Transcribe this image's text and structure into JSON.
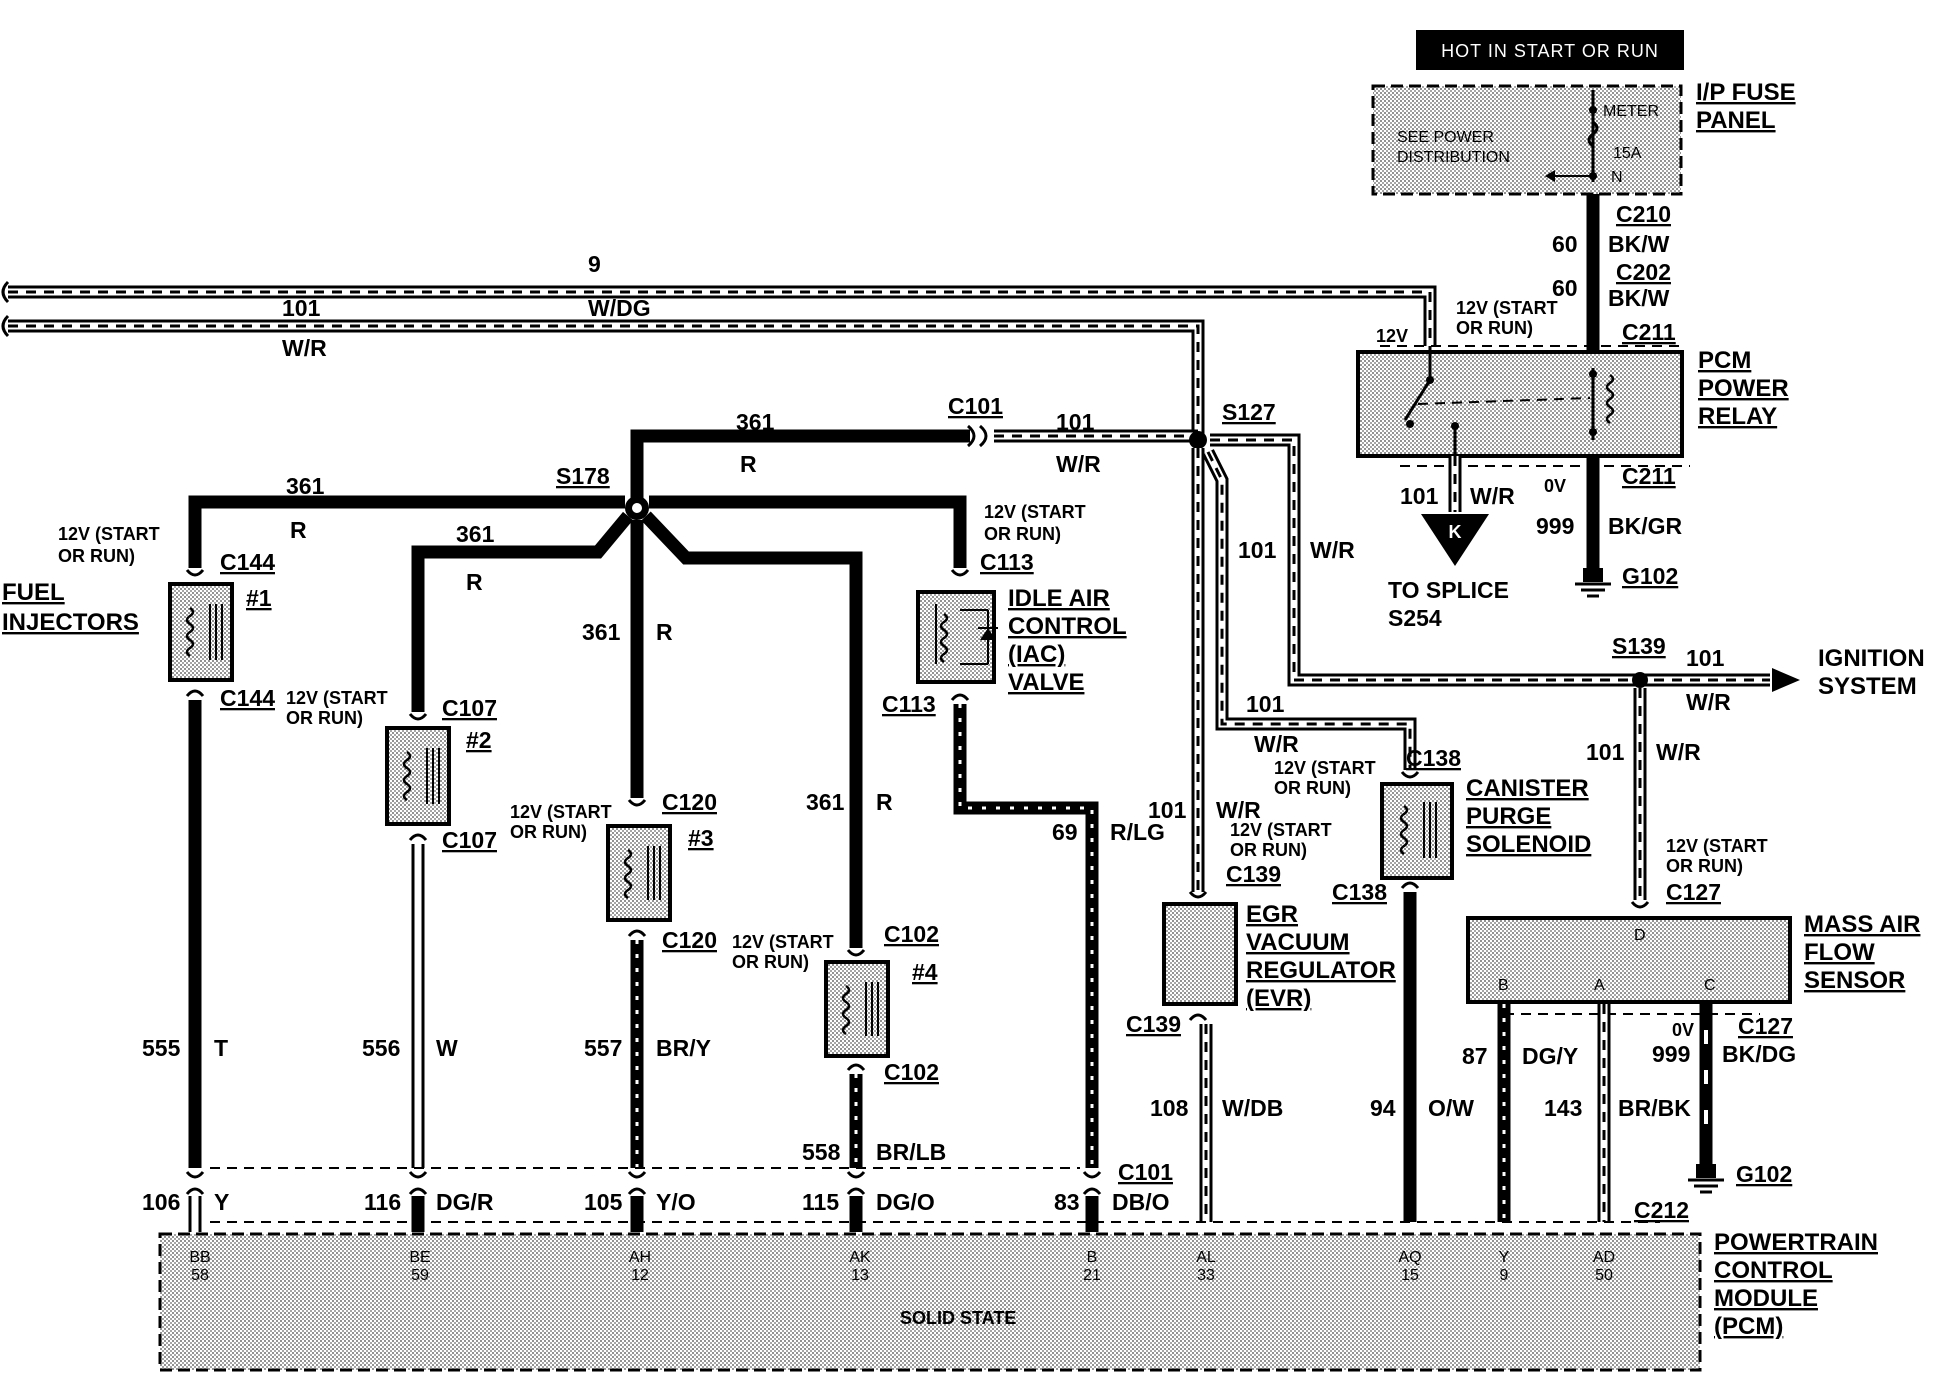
{
  "header": {
    "hot_label": "HOT IN START OR RUN"
  },
  "fuse_panel": {
    "title_1": "I/P FUSE",
    "title_2": "PANEL",
    "note_1": "SEE POWER",
    "note_2": "DISTRIBUTION",
    "meter": "METER",
    "fuse": "15A",
    "n": "N"
  },
  "pcm_relay": {
    "title_1": "PCM",
    "title_2": "POWER",
    "title_3": "RELAY"
  },
  "injectors": {
    "title_1": "FUEL",
    "title_2": "INJECTORS",
    "n1": "#1",
    "n2": "#2",
    "n3": "#3",
    "n4": "#4"
  },
  "iac": {
    "l1": "IDLE AIR",
    "l2": "CONTROL",
    "l3": "(IAC)",
    "l4": "VALVE"
  },
  "canister": {
    "l1": "CANISTER",
    "l2": "PURGE",
    "l3": "SOLENOID"
  },
  "egr": {
    "l1": "EGR",
    "l2": "VACUUM",
    "l3": "REGULATOR",
    "l4": "(EVR)"
  },
  "maf": {
    "l1": "MASS AIR",
    "l2": "FLOW",
    "l3": "SENSOR",
    "pin_d": "D",
    "pin_b": "B",
    "pin_a": "A",
    "pin_c": "C"
  },
  "pcm": {
    "l1": "POWERTRAIN",
    "l2": "CONTROL",
    "l3": "MODULE",
    "l4": "(PCM)",
    "solid_state": "SOLID STATE"
  },
  "pcm_pins": [
    {
      "a": "BB",
      "b": "58"
    },
    {
      "a": "BE",
      "b": "59"
    },
    {
      "a": "AH",
      "b": "12"
    },
    {
      "a": "AK",
      "b": "13"
    },
    {
      "a": "B",
      "b": "21"
    },
    {
      "a": "AL",
      "b": "33"
    },
    {
      "a": "AQ",
      "b": "15"
    },
    {
      "a": "Y",
      "b": "9"
    },
    {
      "a": "AD",
      "b": "50"
    }
  ],
  "texts": {
    "w9": "9",
    "w9c": "W/DG",
    "w101a": "101",
    "w101ac": "W/R",
    "c210": "C210",
    "c202": "C202",
    "c211a": "C211",
    "c211b": "C211",
    "n60a": "60",
    "bkw_a": "BK/W",
    "n60b": "60",
    "bkw_b": "BK/W",
    "v12": "12V",
    "v12sr1": "12V (START",
    "or_run1": "OR RUN)",
    "n101k": "101",
    "wr_k": "W/R",
    "ov1": "0V",
    "n999a": "999",
    "bkgr": "BK/GR",
    "g102a": "G102",
    "to_splice": "TO  SPLICE",
    "s254": "S254",
    "k": "K",
    "n361a": "361",
    "r_a": "R",
    "c101a": "C101",
    "n101b": "101",
    "wr_b": "W/R",
    "s127": "S127",
    "n361b": "361",
    "r_b": "R",
    "s178": "S178",
    "v12sr_inj1a": "12V (START",
    "v12sr_inj1b": "OR RUN)",
    "c144a": "C144",
    "c144b": "C144",
    "n361c": "361",
    "r_c": "R",
    "v12sr_iac_a": "12V (START",
    "v12sr_iac_b": "OR RUN)",
    "c113a": "C113",
    "c113b": "C113",
    "n101c": "101",
    "wr_c": "W/R",
    "s139": "S139",
    "n101d": "101",
    "wr_d": "W/R",
    "ign1": "IGNITION",
    "ign2": "SYSTEM",
    "v12sr_inj2a": "12V (START",
    "v12sr_inj2b": "OR RUN)",
    "c107a": "C107",
    "c107b": "C107",
    "n361d": "361",
    "r_d": "R",
    "n101e": "101",
    "wr_e": "W/R",
    "v12sr_cp_a": "12V (START",
    "v12sr_cp_b": "OR RUN)",
    "c138a": "C138",
    "c138b": "C138",
    "n101f": "101",
    "wr_f": "W/R",
    "v12sr_inj3a": "12V (START",
    "v12sr_inj3b": "OR RUN)",
    "c120a": "C120",
    "c120b": "C120",
    "n361e": "361",
    "r_e": "R",
    "n69": "69",
    "rlg": "R/LG",
    "n101g": "101",
    "wr_g": "W/R",
    "v12sr_egr_a": "12V (START",
    "v12sr_egr_b": "OR RUN)",
    "c139a": "C139",
    "c139b": "C139",
    "v12sr_maf_a": "12V (START",
    "v12sr_maf_b": "OR RUN)",
    "c127a": "C127",
    "c127b": "C127",
    "v12sr_inj4a": "12V (START",
    "v12sr_inj4b": "OR RUN)",
    "c102a": "C102",
    "c102b": "C102",
    "n555": "555",
    "t": "T",
    "n556": "556",
    "w": "W",
    "n557": "557",
    "bry": "BR/Y",
    "n108": "108",
    "wdb": "W/DB",
    "n94": "94",
    "ow": "O/W",
    "n87": "87",
    "dgy": "DG/Y",
    "n143": "143",
    "brbk": "BR/BK",
    "ov2": "0V",
    "n999b": "999",
    "bkdg": "BK/DG",
    "g102b": "G102",
    "n558": "558",
    "brlb": "BR/LB",
    "c101b": "C101",
    "n106": "106",
    "y": "Y",
    "n116": "116",
    "dgr": "DG/R",
    "n105": "105",
    "yo": "Y/O",
    "n115": "115",
    "dgo": "DG/O",
    "n83": "83",
    "dbo": "DB/O",
    "c212": "C212"
  }
}
